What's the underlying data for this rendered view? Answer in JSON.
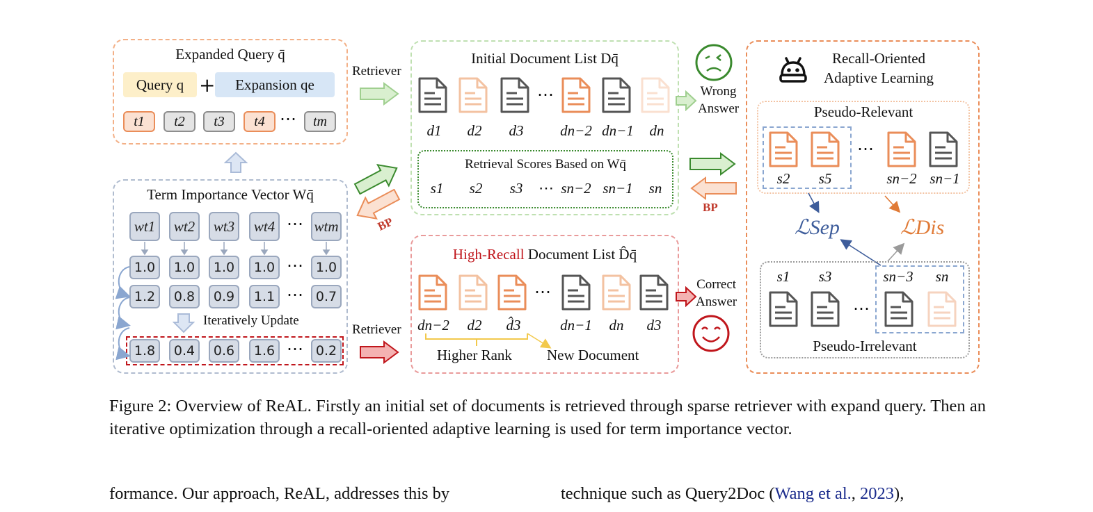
{
  "colors": {
    "orange": "#ea8d59",
    "orange_light": "#f3c2a1",
    "gray_doc": "#555555",
    "blue_frame": "#9aa7bd",
    "green_frame": "#9fcf8f",
    "green_dark": "#3a8a2e",
    "red": "#c0161c",
    "red_frame": "#e99a9a",
    "blue_text": "#3e5d9b",
    "orange_text": "#e07a36"
  },
  "expanded_query": {
    "title": "Expanded Query q̄",
    "query_label": "Query q",
    "plus": "+",
    "expansion_label": "Expansion qe",
    "tokens": [
      "t1",
      "t2",
      "t3",
      "t4",
      "⋯",
      "tm"
    ]
  },
  "term_vector": {
    "title": "Term Importance Vector Wq̄",
    "weights": [
      "wt1",
      "wt2",
      "wt3",
      "wt4",
      "⋯",
      "wtm"
    ],
    "row1": [
      "1.0",
      "1.0",
      "1.0",
      "1.0",
      "⋯",
      "1.0"
    ],
    "row2": [
      "1.2",
      "0.8",
      "0.9",
      "1.1",
      "⋯",
      "0.7"
    ],
    "row3": [
      "1.8",
      "0.4",
      "0.6",
      "1.6",
      "⋯",
      "0.2"
    ],
    "update_label": "Iteratively Update"
  },
  "arrows": {
    "retriever_top": "Retriever",
    "retriever_bottom": "Retriever",
    "bp_left": "BP",
    "bp_right": "BP",
    "wrong_answer": "Wrong\nAnswer",
    "correct_answer": "Correct\nAnswer"
  },
  "initial_list": {
    "title": "Initial Document List Dq̄",
    "docs": [
      "d1",
      "d2",
      "d3",
      "⋯",
      "dn−2",
      "dn−1",
      "dn"
    ],
    "scores_title": "Retrieval Scores Based on Wq̄",
    "scores": [
      "s1",
      "s2",
      "s3",
      "⋯",
      "sn−2",
      "sn−1",
      "sn"
    ]
  },
  "high_recall": {
    "title_colored": "High-Recall",
    "title_rest": "Document List D̂q̄",
    "docs": [
      "dn−2",
      "d2",
      "d̂3",
      "⋯",
      "dn−1",
      "dn",
      "d3"
    ],
    "higher_rank": "Higher Rank",
    "new_document": "New Document"
  },
  "ral": {
    "title_line1": "Recall-Oriented",
    "title_line2": "Adaptive Learning",
    "pseudo_relevant": "Pseudo-Relevant",
    "relevant_docs": [
      "s2",
      "s5",
      "⋯",
      "sn−2",
      "sn−1"
    ],
    "pseudo_irrelevant": "Pseudo-Irrelevant",
    "irrelevant_docs": [
      "s1",
      "s3",
      "⋯",
      "sn−3",
      "sn"
    ],
    "loss_sep": "ℒSep",
    "loss_dis": "ℒDis"
  },
  "caption": "Figure 2: Overview of ReAL. Firstly an initial set of documents is retrieved through sparse retriever with expand query. Then an iterative optimization through a recall-oriented adaptive learning is used for term importance vector.",
  "body_text": {
    "left": "formance. Our approach, ReAL, addresses this by",
    "right_prefix": "technique such as Query2Doc (",
    "right_link_author": "Wang et al.",
    "right_sep": ", ",
    "right_link_year": "2023",
    "right_suffix": "),"
  }
}
